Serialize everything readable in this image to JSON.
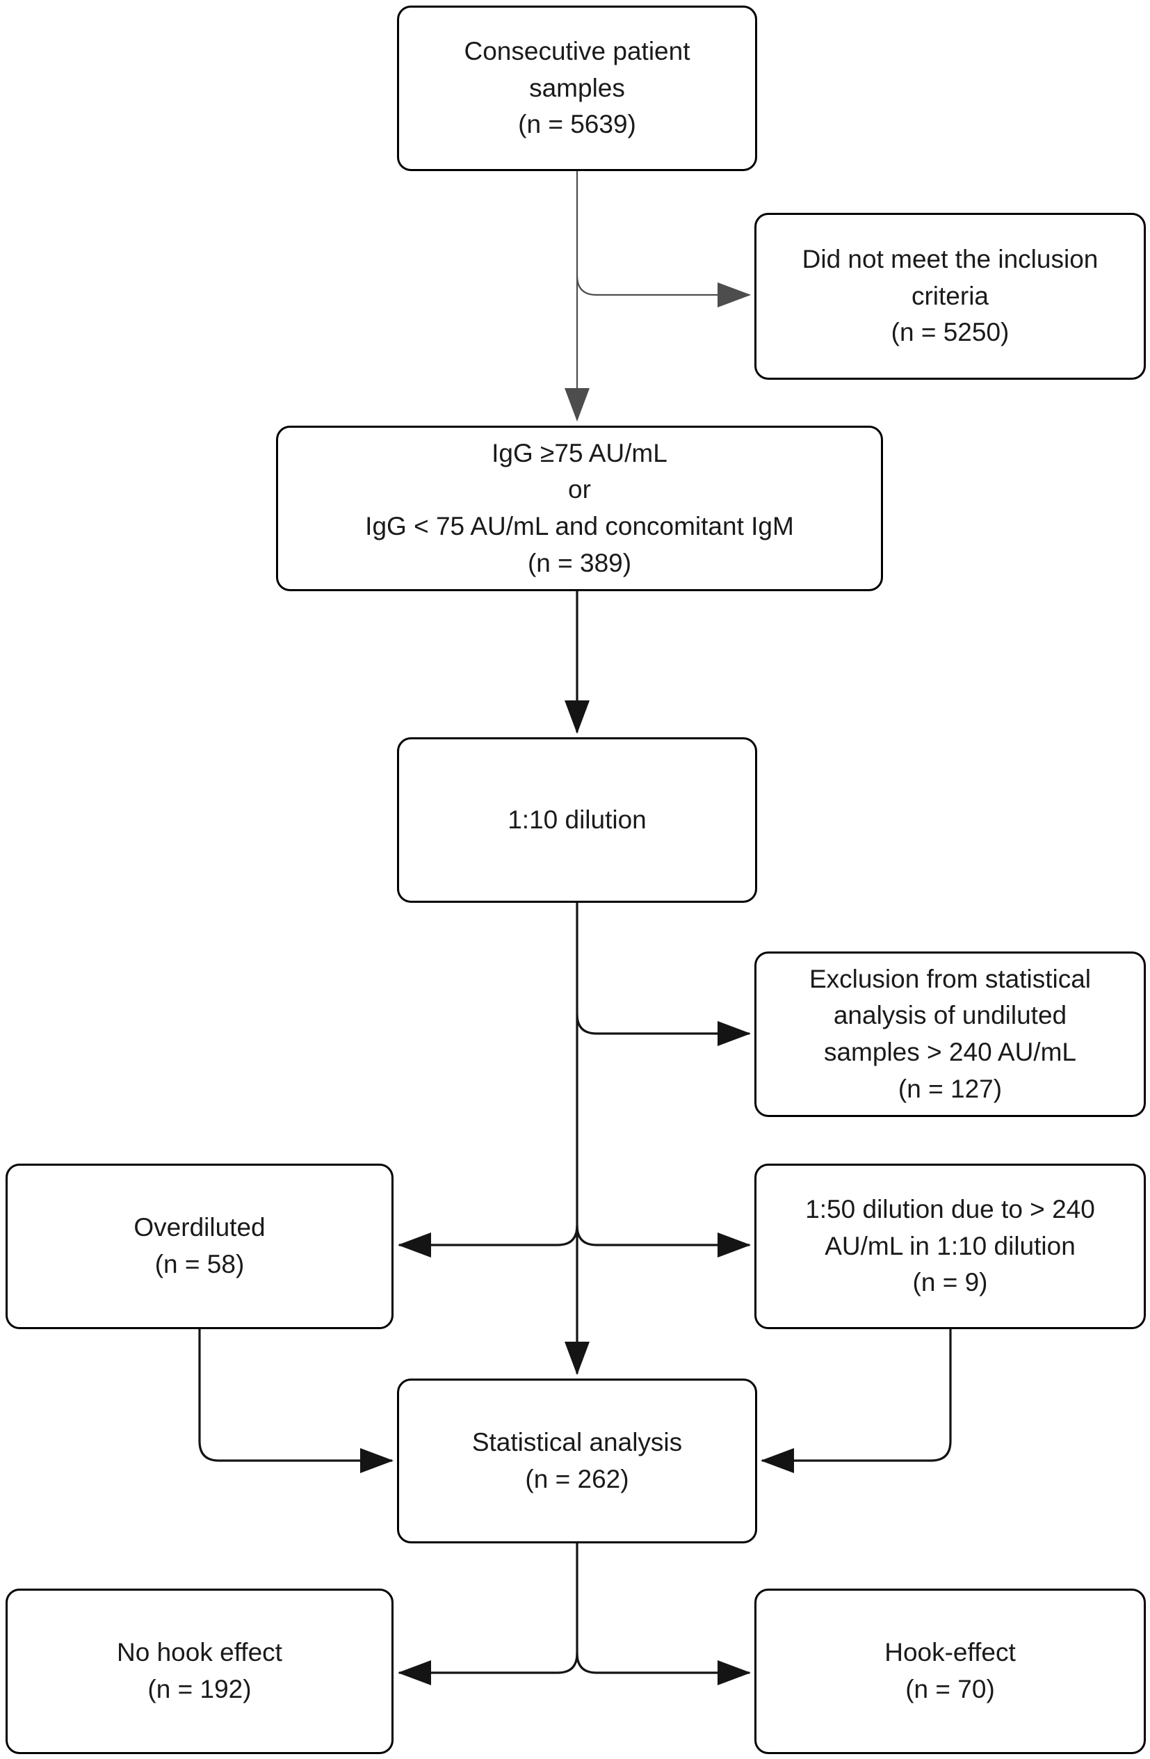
{
  "diagram": {
    "background": "#ffffff",
    "box_fill": "#ffffff",
    "box_border_color": "#000000",
    "text_color": "#1a1a1a",
    "edge_color_primary": "#4d4d4d",
    "edge_color_secondary": "#141414",
    "nodes": [
      {
        "id": "consecutive-patient-samples",
        "label": "Consecutive patient\nsamples\n(n = 5639)"
      },
      {
        "id": "did-not-meet-inclusion-criteria",
        "label": "Did not meet the inclusion\ncriteria\n(n = 5250)"
      },
      {
        "id": "igg-inclusion-threshold",
        "label": "IgG ≥75 AU/mL\nor\nIgG < 75 AU/mL and concomitant IgM\n(n = 389)"
      },
      {
        "id": "1-10-dilution",
        "label": "1:10 dilution"
      },
      {
        "id": "exclusion-undiluted-samples",
        "label": "Exclusion from statistical\nanalysis of undiluted\nsamples > 240 AU/mL\n(n = 127)"
      },
      {
        "id": "overdiluted",
        "label": "Overdiluted\n(n = 58)"
      },
      {
        "id": "1-50-dilution",
        "label": "1:50 dilution due to > 240\nAU/mL in 1:10 dilution\n(n = 9)"
      },
      {
        "id": "statistical-analysis",
        "label": "Statistical analysis\n(n = 262)"
      },
      {
        "id": "no-hook-effect",
        "label": "No hook effect\n(n = 192)"
      },
      {
        "id": "hook-effect",
        "label": "Hook-effect\n(n = 70)"
      }
    ]
  }
}
